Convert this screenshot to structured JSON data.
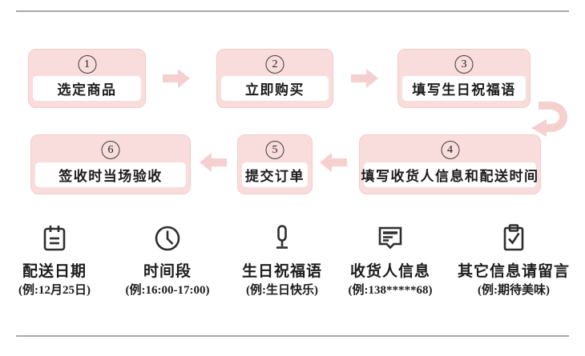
{
  "colors": {
    "box_pink": "#f9dcdc",
    "box_border": "#f2cbcb",
    "arrow_pink": "#f6cfcf",
    "line_gray": "#a8a8a8",
    "text_dark": "#1c1c1c",
    "icon_dark": "#2e2e2e"
  },
  "steps": {
    "s1": {
      "num": "1",
      "label": "选定商品"
    },
    "s2": {
      "num": "2",
      "label": "立即购买"
    },
    "s3": {
      "num": "3",
      "label": "填写生日祝福语"
    },
    "s4": {
      "num": "4",
      "label": "填写收货人信息和配送时间"
    },
    "s5": {
      "num": "5",
      "label": "提交订单"
    },
    "s6": {
      "num": "6",
      "label": "签收时当场验收"
    }
  },
  "legend": {
    "items": [
      {
        "icon": "calendar-icon",
        "title": "配送日期",
        "example": "(例:12月25日)"
      },
      {
        "icon": "clock-icon",
        "title": "时间段",
        "example": "(例:16:00-17:00)"
      },
      {
        "icon": "microphone-icon",
        "title": "生日祝福语",
        "example": "(例:生日快乐)"
      },
      {
        "icon": "message-icon",
        "title": "收货人信息",
        "example": "(例:138*****68)"
      },
      {
        "icon": "clipboard-check-icon",
        "title": "其它信息请留言",
        "example": "(例:期待美味)"
      }
    ]
  }
}
